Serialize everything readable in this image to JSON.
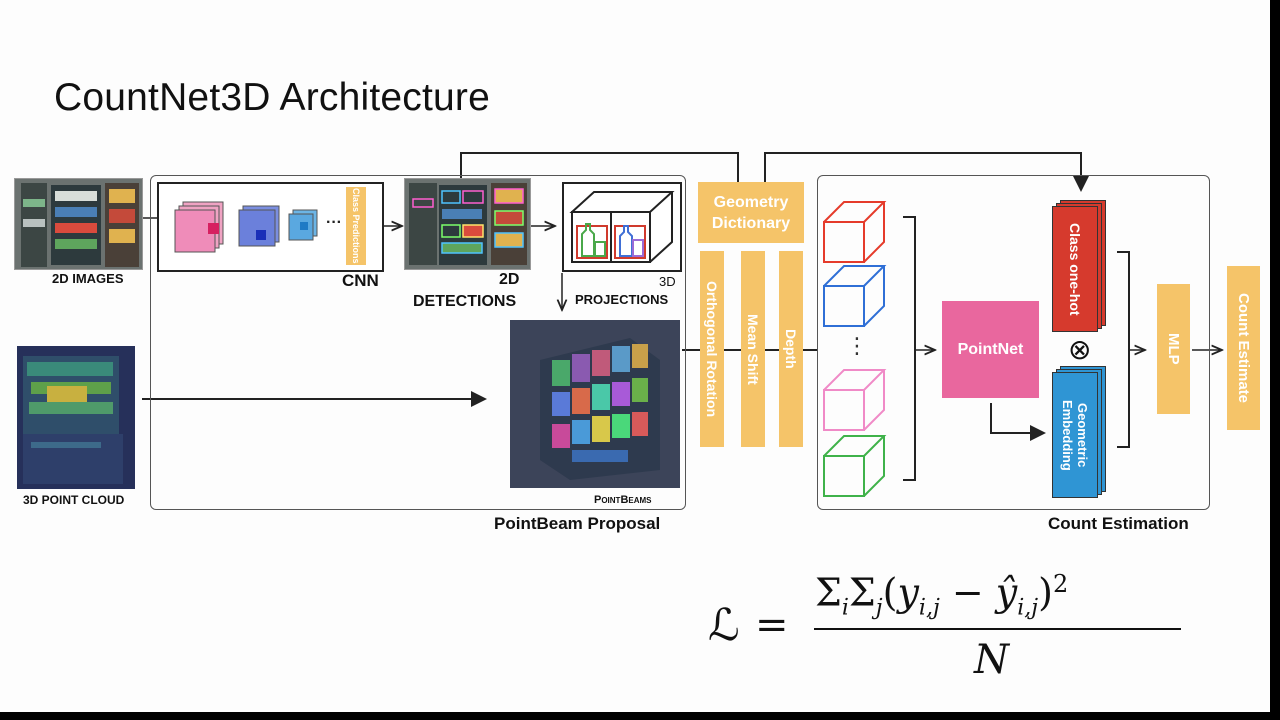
{
  "slide": {
    "title": "CountNet3D Architecture"
  },
  "inputs": {
    "images_label": "2D IMAGES",
    "pointcloud_label": "3D POINT CLOUD"
  },
  "cnn": {
    "label": "CNN",
    "class_predictions": "Class Predictions",
    "ellipsis": "···"
  },
  "detections": {
    "label_line1": "2D",
    "label_line2": "DETECTIONS"
  },
  "projections": {
    "label_line1": "3D",
    "label_line2": "PROJECTIONS"
  },
  "pointbeams": {
    "label": "PointBeams"
  },
  "proposal": {
    "label": "PointBeam Proposal"
  },
  "geometry": {
    "dictionary": "Geometry Dictionary",
    "orthogonal_rotation": "Orthogonal Rotation",
    "mean_shift": "Mean Shift",
    "depth": "Depth"
  },
  "count_estimation": {
    "label": "Count Estimation",
    "pointnet": "PointNet",
    "class_onehot": "Class one-hot",
    "geometric_embedding": "Geometric Embedding",
    "otimes": "⊗",
    "vdots": "⋮",
    "mlp": "MLP",
    "count_estimate": "Count Estimate",
    "cube_colors": [
      "#e53b2b",
      "#2f6fd6",
      "#f08ac7",
      "#3fb24a"
    ]
  },
  "colors": {
    "accent_orange": "#f5c469",
    "pointnet_pink": "#e9679e",
    "onehot_red": "#d63a2d",
    "embedding_blue": "#2f95d4"
  },
  "formula": {
    "lhs": "ℒ",
    "eq": "=",
    "numerator": "Σ_iΣ_j(y_{i,j} − ŷ_{i,j})²",
    "denominator": "N"
  }
}
